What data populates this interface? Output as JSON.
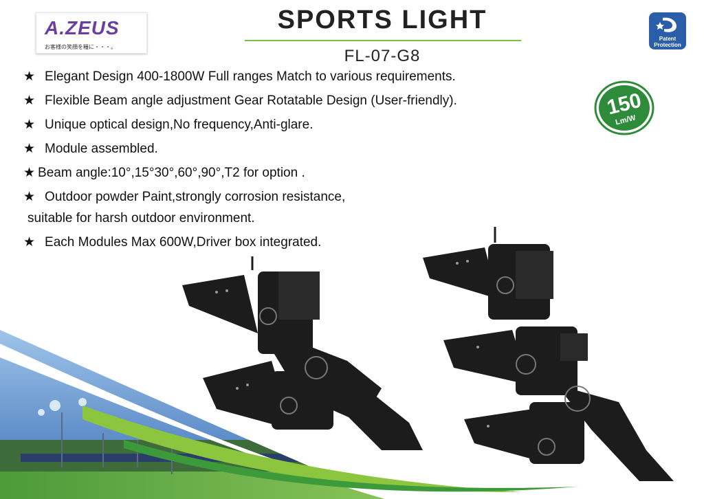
{
  "logo": {
    "brand": "A.ZEUS",
    "slogan": "お客様の笑顔を糧に・・・。"
  },
  "title": "SPORTS LIGHT",
  "model": "FL-07-G8",
  "patent_badge": {
    "line1": "Patent",
    "line2": "Protection",
    "icon": "patent-shield-icon"
  },
  "efficacy_badge": {
    "value": "150",
    "unit": "Lm/W"
  },
  "features": [
    {
      "star": "★",
      "text": "Elegant Design 400-1800W Full ranges Match to various requirements."
    },
    {
      "star": "★",
      "text": "Flexible Beam angle adjustment  Gear Rotatable Design (User-friendly)."
    },
    {
      "star": "★",
      "text": "Unique optical design,No frequency,Anti-glare."
    },
    {
      "star": "★",
      "text": "Module assembled."
    },
    {
      "star": "★",
      "text": "Beam angle:10°,15°30°,60°,90°,T2 for option ."
    },
    {
      "star": "★",
      "text": "Outdoor powder Paint,strongly corrosion resistance,",
      "continuation": "suitable for harsh outdoor environment."
    },
    {
      "star": "★",
      "text": "Each Modules Max 600W,Driver box integrated."
    }
  ],
  "colors": {
    "accent_green": "#7cc242",
    "brand_purple": "#6b3fa0",
    "patent_blue": "#2b5ea8",
    "badge_green": "#2e8b3a",
    "fixture": "#1c1c1c"
  }
}
